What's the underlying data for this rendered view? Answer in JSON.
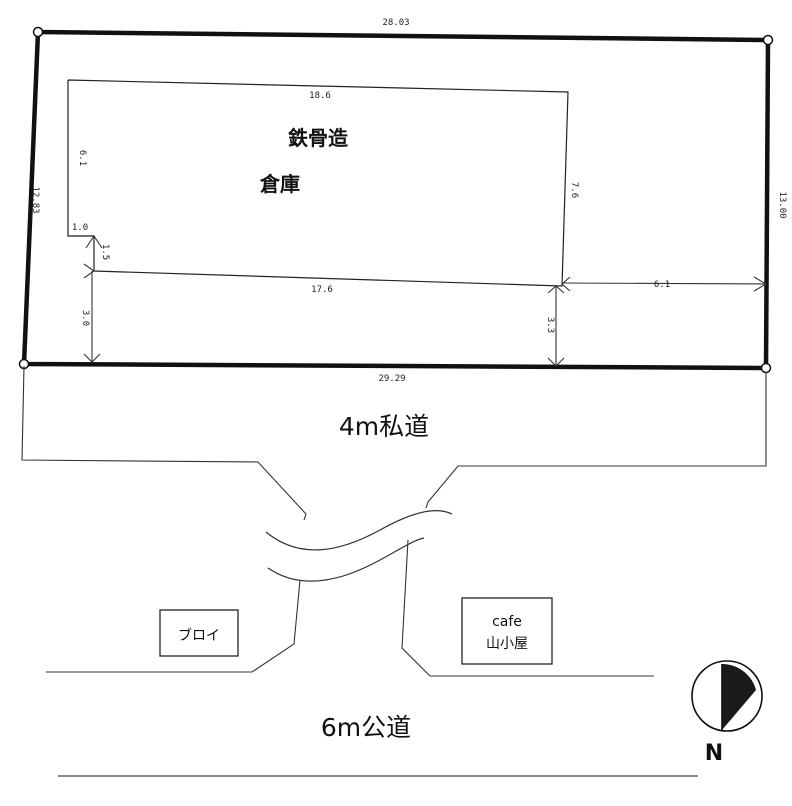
{
  "plot": {
    "boundary_top": "28.03",
    "boundary_bottom": "29.29",
    "boundary_left": "12.83",
    "boundary_right": "13.00"
  },
  "building": {
    "structure": "鉄骨造",
    "use": "倉庫",
    "dim_top": "18.6",
    "dim_left_upper": "6.1",
    "dim_notch_h": "1.0",
    "dim_notch_v": "1.5",
    "dim_right": "7.6",
    "dim_bottom": "17.6"
  },
  "setbacks": {
    "front_left": "3.0",
    "front_right": "3.3",
    "side_right": "6.1"
  },
  "roads": {
    "private_road": "4m私道",
    "public_road": "6m公道"
  },
  "landmarks": {
    "store_left": "ブロイ",
    "store_right_line1": "cafe",
    "store_right_line2": "山小屋"
  },
  "compass": {
    "north_label": "N"
  },
  "colors": {
    "line": "#111111",
    "light_line": "#333333",
    "compass_fill": "#1a1a1a"
  }
}
